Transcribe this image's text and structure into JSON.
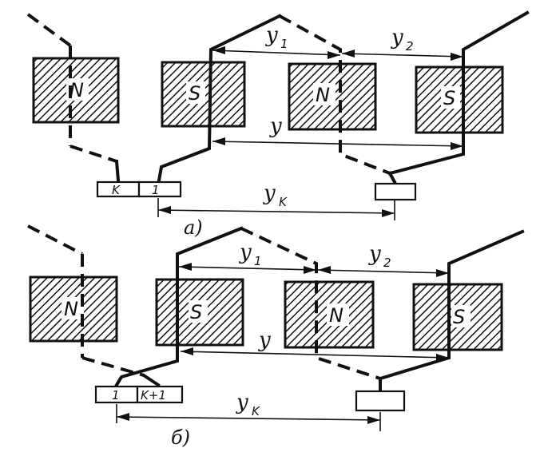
{
  "diagram_a": {
    "caption": "a)",
    "poles": [
      "N",
      "S",
      "N",
      "S"
    ],
    "pitch_labels": {
      "y1": "y",
      "y1_sub": "1",
      "y2": "y",
      "y2_sub": "2",
      "y": "y",
      "yk": "y",
      "yk_sub": "K"
    },
    "segments": [
      "K",
      "1"
    ]
  },
  "diagram_b": {
    "caption": "б)",
    "poles": [
      "N",
      "S",
      "N",
      "S"
    ],
    "pitch_labels": {
      "y1": "y",
      "y1_sub": "1",
      "y2": "y",
      "y2_sub": "2",
      "y": "y",
      "yk": "y",
      "yk_sub": "K"
    },
    "segments": [
      "1",
      "K+1"
    ]
  }
}
